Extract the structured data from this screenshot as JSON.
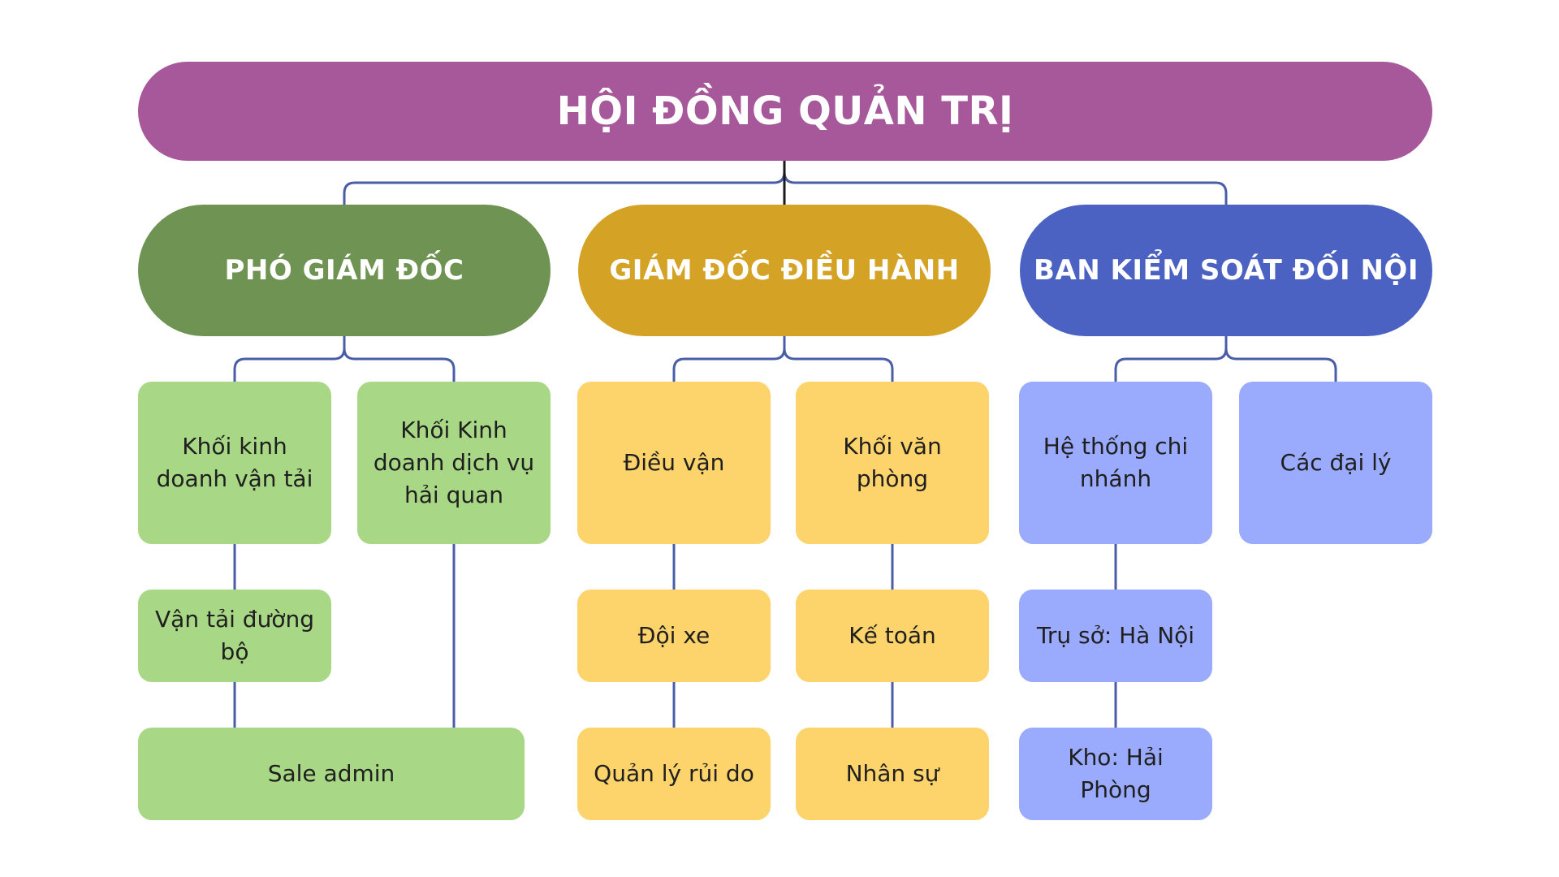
{
  "colors": {
    "board": "#a6589a",
    "vice_director": "#6f9353",
    "executive_director": "#d4a326",
    "control_board": "#4b62c2",
    "green_box": "#a8d785",
    "yellow_box": "#fdd46c",
    "blue_box": "#9aaafc",
    "connector": "#4a5ea8",
    "connector_dark": "#1a1a1a"
  },
  "board": {
    "title": "HỘI ĐỒNG QUẢN TRỊ"
  },
  "executives": [
    {
      "title": "PHÓ GIÁM ĐỐC"
    },
    {
      "title": "GIÁM ĐỐC ĐIỀU HÀNH"
    },
    {
      "title": "BAN KIỂM SOÁT ĐỐI NỘI"
    }
  ],
  "vice_director_units": {
    "transport_block": "Khối kinh doanh vận tải",
    "customs_block": "Khối Kinh doanh dịch vụ hải quan",
    "road_transport": "Vận tải đường bộ",
    "sale_admin": "Sale admin"
  },
  "executive_director_units": {
    "dispatch": "Điều vận",
    "office_block": "Khối văn phòng",
    "fleet": "Đội xe",
    "accounting": "Kế toán",
    "risk_management": "Quản lý rủi do",
    "hr": "Nhân sự"
  },
  "control_board_units": {
    "branch_system": "Hệ thống chi nhánh",
    "agents": "Các đại lý",
    "headquarters": "Trụ sở: Hà Nội",
    "warehouse": "Kho: Hải Phòng"
  }
}
